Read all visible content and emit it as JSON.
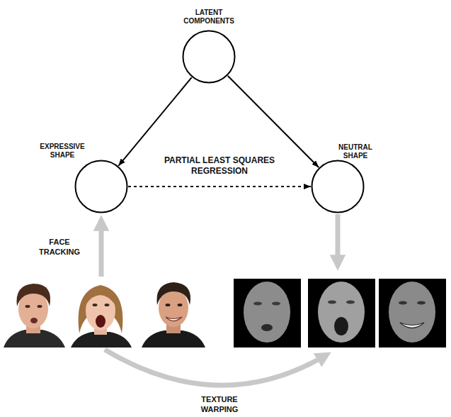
{
  "diagram": {
    "nodes": [
      {
        "text": [
          "LATENT COMPONENTS"
        ]
      },
      {
        "text": [
          "EXPRESSIVE SHAPE"
        ]
      },
      {
        "text": [
          "NEUTRAL SHAPE"
        ]
      }
    ],
    "edges": [
      {
        "from": 0,
        "to": 1,
        "arrow": "to"
      },
      {
        "from": 0,
        "to": 2,
        "arrow": "to"
      },
      {
        "from": 1,
        "to": 2,
        "label": "PARTIAL LEAST SQUARES REGRESSION",
        "arrow": "to"
      }
    ],
    "labels": [
      "FACE TRACKING",
      "TEXTURE WARPING"
    ]
  }
}
